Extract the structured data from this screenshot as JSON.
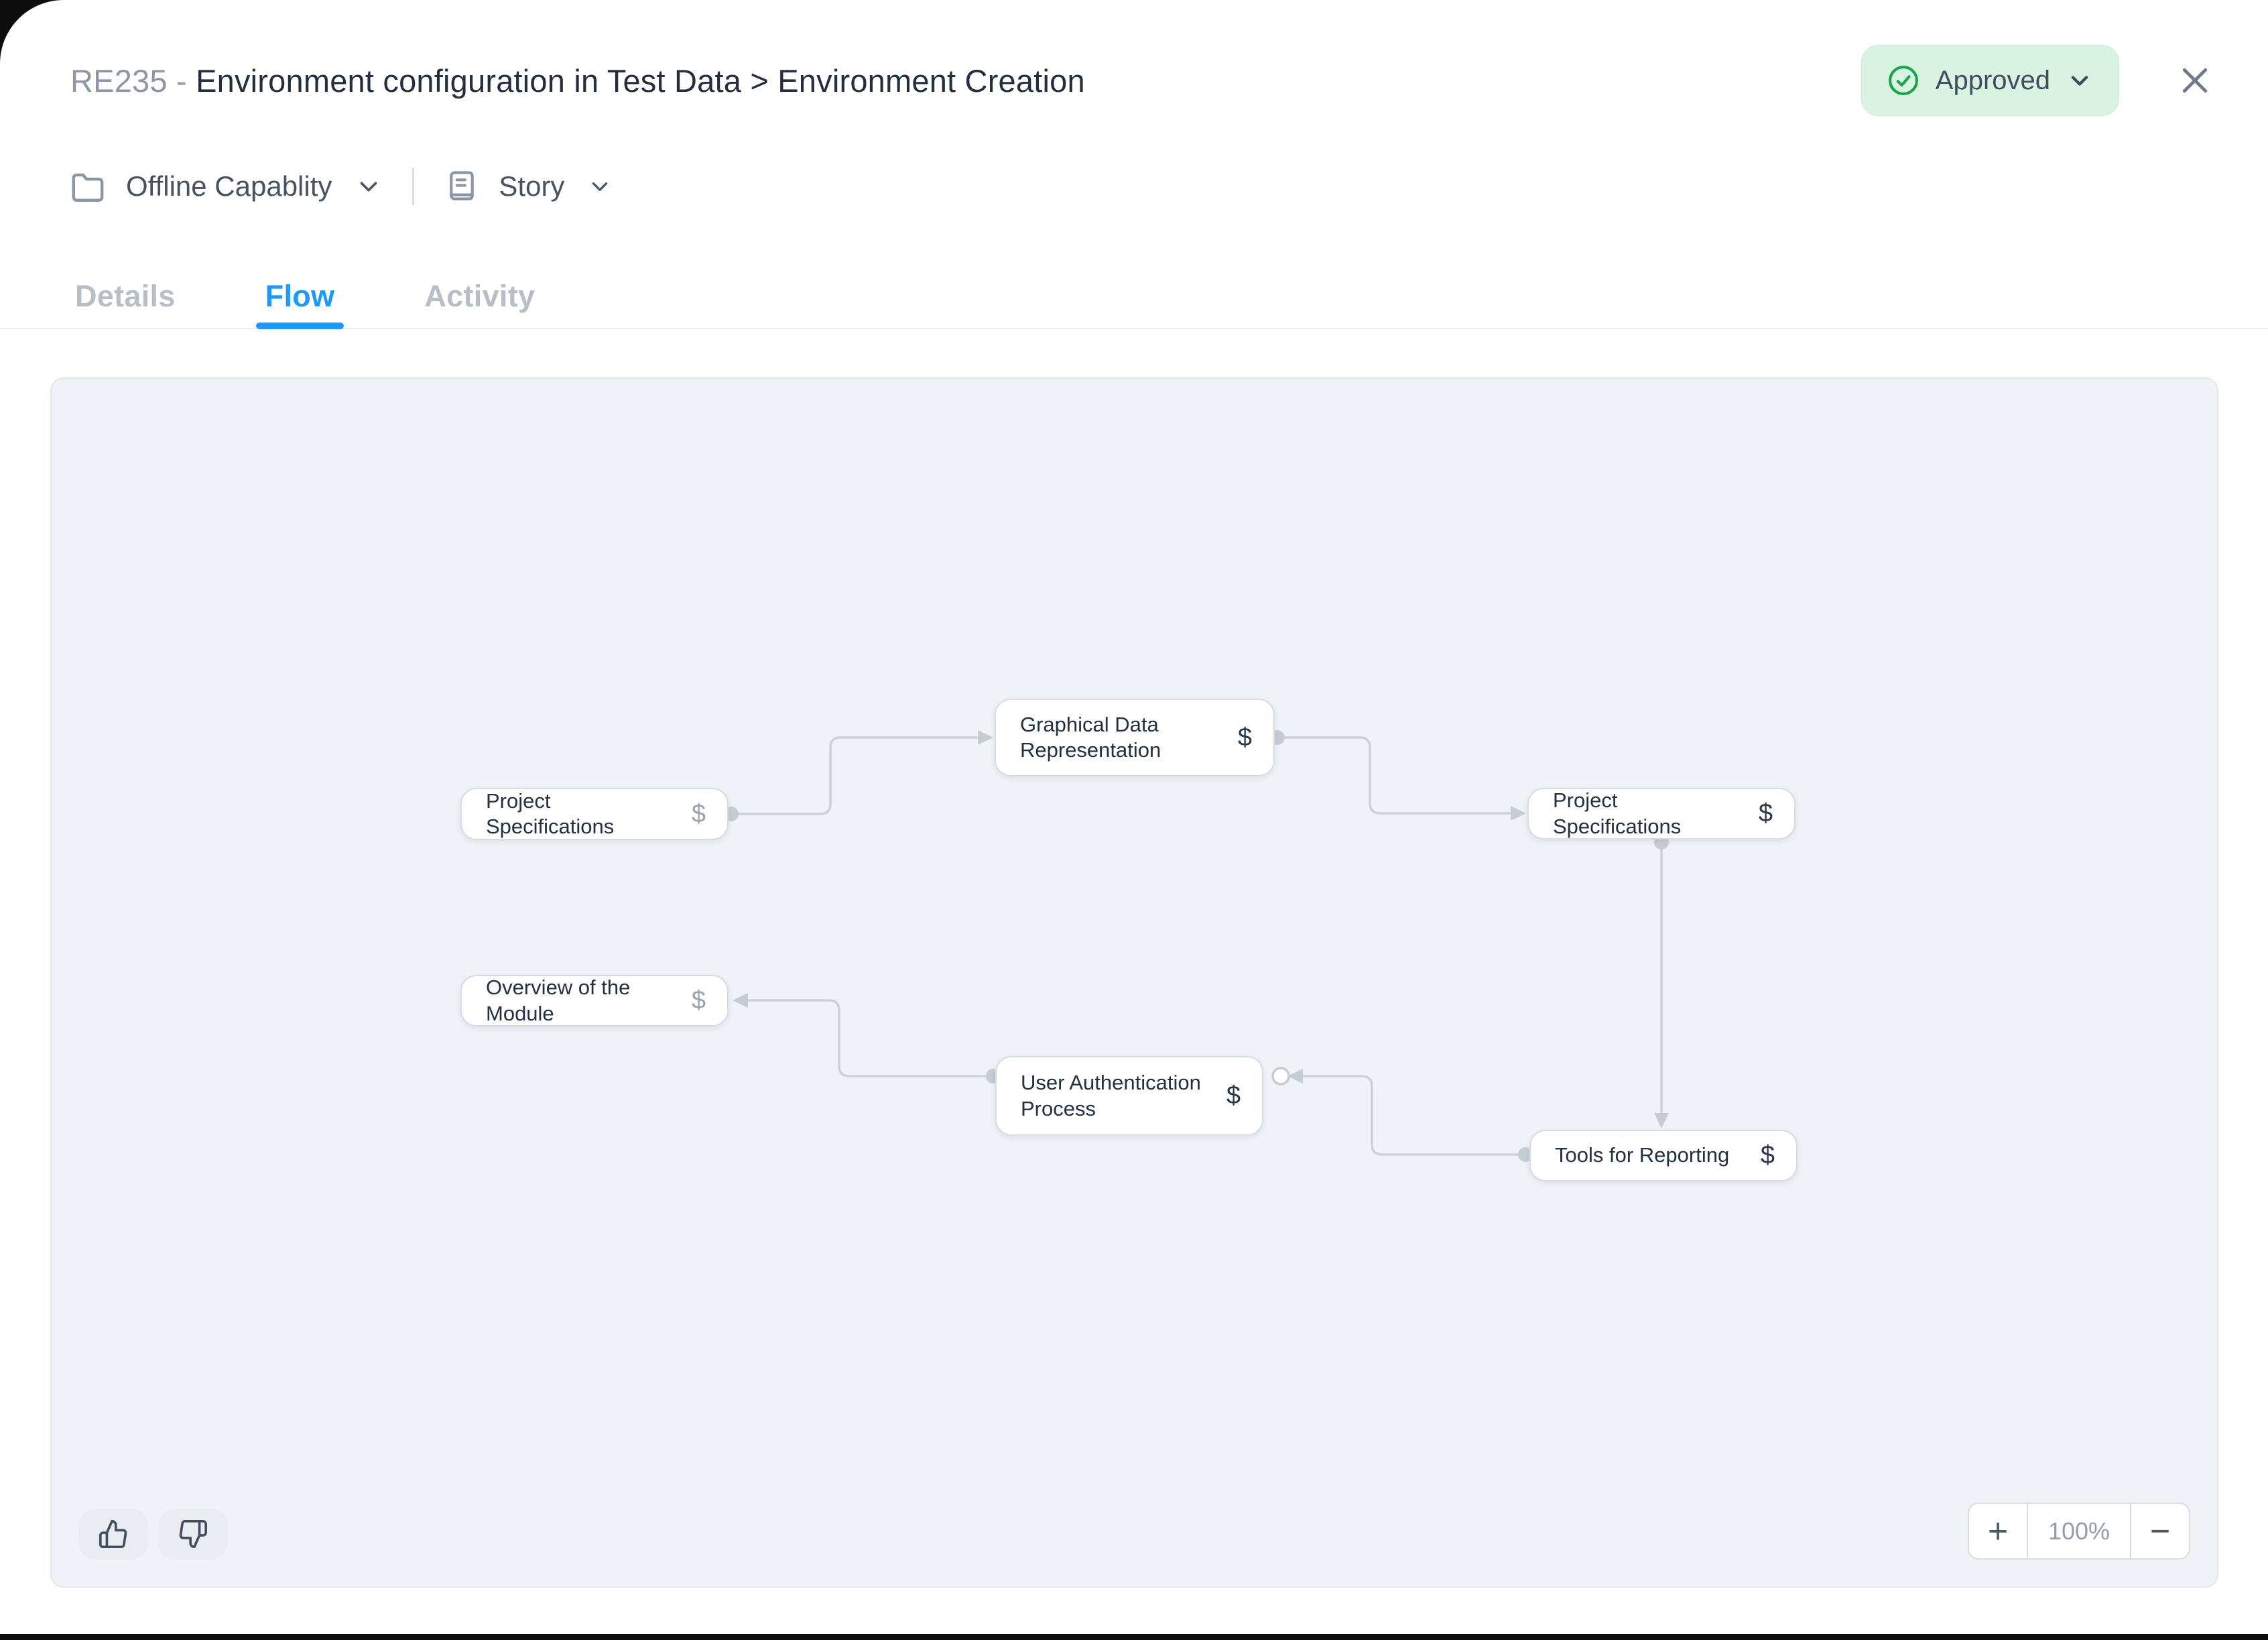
{
  "header": {
    "id_prefix": "RE235 - ",
    "title": "Environment configuration in Test Data > Environment Creation",
    "status": {
      "label": "Approved",
      "icon": "check-circle-icon",
      "bg_color": "#d9f3e3",
      "icon_color": "#1ba34a"
    },
    "folder": {
      "label": "Offline Capablity",
      "icon": "folder-icon"
    },
    "type": {
      "label": "Story",
      "icon": "story-icon"
    },
    "close_icon": "close-icon"
  },
  "tabs": [
    {
      "label": "Details",
      "active": false
    },
    {
      "label": "Flow",
      "active": true
    },
    {
      "label": "Activity",
      "active": false
    }
  ],
  "flow": {
    "nodes": [
      {
        "id": "project-specifications-left",
        "label": "Project Specifications",
        "currency": "$"
      },
      {
        "id": "graphical-data-representation",
        "label": "Graphical Data Representation",
        "currency": "$"
      },
      {
        "id": "project-specifications-right",
        "label": "Project Specifications",
        "currency": "$"
      },
      {
        "id": "overview-of-the-module",
        "label": "Overview of the Module",
        "currency": "$"
      },
      {
        "id": "user-authentication-process",
        "label": "User Authentication Process",
        "currency": "$"
      },
      {
        "id": "tools-for-reporting",
        "label": "Tools for Reporting",
        "currency": "$"
      }
    ],
    "edges": [
      {
        "from": "project-specifications-left",
        "to": "graphical-data-representation"
      },
      {
        "from": "graphical-data-representation",
        "to": "project-specifications-right"
      },
      {
        "from": "project-specifications-right",
        "to": "tools-for-reporting"
      },
      {
        "from": "user-authentication-process",
        "to": "overview-of-the-module"
      },
      {
        "from": "tools-for-reporting",
        "to": "user-authentication-process"
      }
    ],
    "feedback": {
      "positive_icon": "thumbs-up-icon",
      "negative_icon": "thumbs-down-icon"
    },
    "zoom": {
      "in_label": "+",
      "level": "100%",
      "out_label": "−"
    }
  },
  "colors": {
    "accent_blue": "#1f99f4",
    "status_green": "#1ba34a",
    "status_bg": "#d9f3e3",
    "canvas_bg": "#eff2f7",
    "edge_gray": "#ccd1d8"
  }
}
